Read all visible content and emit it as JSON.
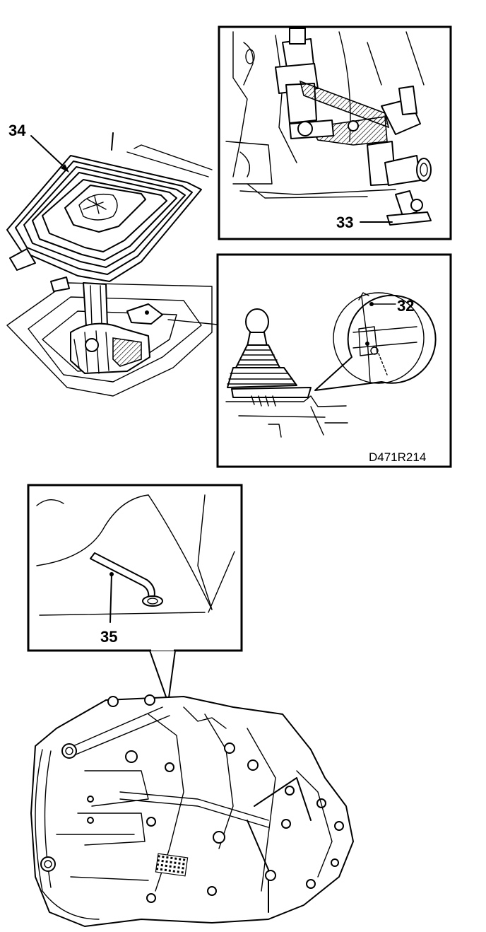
{
  "callouts": {
    "c32": "32",
    "c33": "33",
    "c34": "34",
    "c35": "35"
  },
  "figure_code": "D471R214"
}
